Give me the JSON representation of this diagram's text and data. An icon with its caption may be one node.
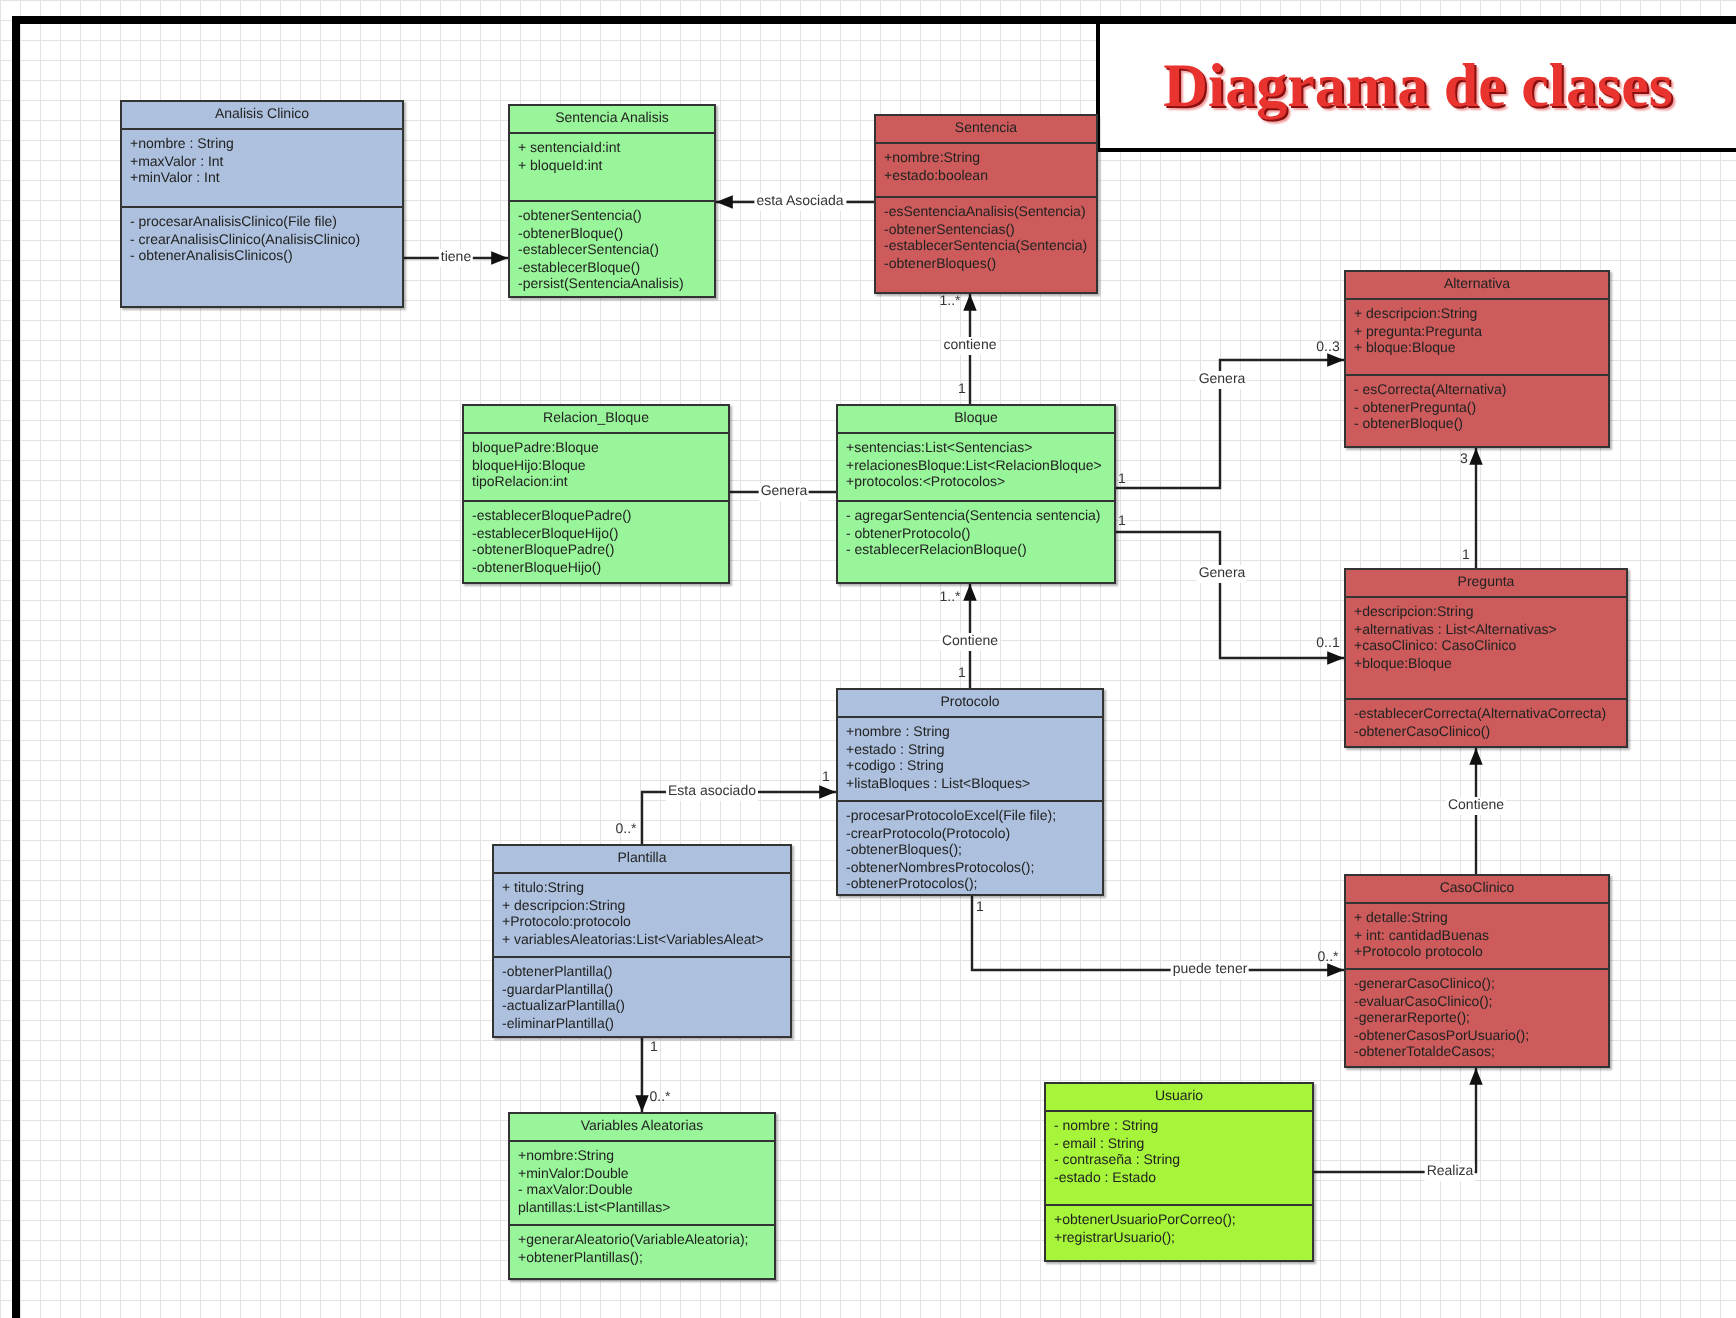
{
  "diagram": {
    "title": "Diagrama de clases",
    "nodes": [
      {
        "text": [
          "Analisis Clinico"
        ]
      },
      {
        "text": [
          "+nombre : String",
          "+maxValor : Int",
          "+minValor : Int"
        ],
        "in": 0
      },
      {
        "text": [
          "- procesarAnalisisClinico(File file)",
          "- crearAnalisisClinico(AnalisisClinico)",
          "- obtenerAnalisisClinicos()"
        ],
        "in": 0
      },
      {
        "text": [
          "Sentencia Analisis"
        ]
      },
      {
        "text": [
          "+ sentenciaId:int",
          "+ bloqueId:int"
        ],
        "in": 3
      },
      {
        "text": [
          "-obtenerSentencia()",
          "-obtenerBloque()",
          "-establecerSentencia()",
          "-establecerBloque()",
          "-persist(SentenciaAnalisis)"
        ],
        "in": 3
      },
      {
        "text": [
          "Sentencia"
        ]
      },
      {
        "text": [
          "+nombre:String",
          "+estado:boolean"
        ],
        "in": 6
      },
      {
        "text": [
          "-esSentenciaAnalisis(Sentencia)",
          "-obtenerSentencias()",
          "-establecerSentencia(Sentencia)",
          "-obtenerBloques()"
        ],
        "in": 6
      },
      {
        "text": [
          "Alternativa"
        ]
      },
      {
        "text": [
          "+ descripcion:String",
          "+ pregunta:Pregunta",
          "+ bloque:Bloque"
        ],
        "in": 9
      },
      {
        "text": [
          "- esCorrecta(Alternativa)",
          "- obtenerPregunta()",
          "- obtenerBloque()"
        ],
        "in": 9
      },
      {
        "text": [
          "Relacion_Bloque"
        ]
      },
      {
        "text": [
          "bloquePadre:Bloque",
          "bloqueHijo:Bloque",
          "tipoRelacion:int"
        ],
        "in": 12
      },
      {
        "text": [
          "-establecerBloquePadre()",
          "-establecerBloqueHijo()",
          "-obtenerBloquePadre()",
          "-obtenerBloqueHijo()"
        ],
        "in": 12
      },
      {
        "text": [
          "Bloque"
        ]
      },
      {
        "text": [
          "+sentencias:List<Sentencias>",
          "+relacionesBloque:List<RelacionBloque>",
          "+protocolos:<Protocolos>"
        ],
        "in": 15
      },
      {
        "text": [
          "- agregarSentencia(Sentencia sentencia)",
          "- obtenerProtocolo()",
          "- establecerRelacionBloque()"
        ],
        "in": 15
      },
      {
        "text": [
          "Pregunta"
        ]
      },
      {
        "text": [
          "+descripcion:String",
          "+alternativas : List<Alternativas>",
          "+casoClinico: CasoClinico",
          "+bloque:Bloque"
        ],
        "in": 18
      },
      {
        "text": [
          "-establecerCorrecta(AlternativaCorrecta)",
          "-obtenerCasoClinico()"
        ],
        "in": 18
      },
      {
        "text": [
          "Protocolo"
        ]
      },
      {
        "text": [
          "+nombre : String",
          "+estado : String",
          "+codigo : String",
          "+listaBloques : List<Bloques>"
        ],
        "in": 21
      },
      {
        "text": [
          "-procesarProtocoloExcel(File file);",
          "-crearProtocolo(Protocolo)",
          "-obtenerBloques();",
          "-obtenerNombresProtocolos();",
          "-obtenerProtocolos();"
        ],
        "in": 21
      },
      {
        "text": [
          "Plantilla"
        ]
      },
      {
        "text": [
          "+ titulo:String",
          "+ descripcion:String",
          "+Protocolo:protocolo",
          "+ variablesAleatorias:List<VariablesAleat>"
        ],
        "in": 24
      },
      {
        "text": [
          "-obtenerPlantilla()",
          "-guardarPlantilla()",
          "-actualizarPlantilla()",
          "-eliminarPlantilla()"
        ],
        "in": 24
      },
      {
        "text": [
          "CasoClinico"
        ]
      },
      {
        "text": [
          "+ detalle:String",
          "+ int: cantidadBuenas",
          "+Protocolo protocolo"
        ],
        "in": 27
      },
      {
        "text": [
          "-generarCasoClinico();",
          "-evaluarCasoClinico();",
          "-generarReporte();",
          "-obtenerCasosPorUsuario();",
          "-obtenerTotaldeCasos;"
        ],
        "in": 27
      },
      {
        "text": [
          "Variables Aleatorias"
        ]
      },
      {
        "text": [
          "+nombre:String",
          "+minValor:Double",
          "- maxValor:Double",
          "plantillas:List<Plantillas>"
        ],
        "in": 30
      },
      {
        "text": [
          "+generarAleatorio(VariableAleatoria);",
          "+obtenerPlantillas();"
        ],
        "in": 30
      },
      {
        "text": [
          "Usuario"
        ]
      },
      {
        "text": [
          "- nombre : String",
          "- email : String",
          "- contraseña : String",
          "-estado : Estado"
        ],
        "in": 33
      },
      {
        "text": [
          "+obtenerUsuarioPorCorreo();",
          "+registrarUsuario();"
        ],
        "in": 33
      }
    ],
    "edges": [
      {
        "from": 0,
        "to": 3,
        "arrow": "to",
        "label": "tiene"
      },
      {
        "from": 6,
        "to": 3,
        "arrow": "to",
        "label": "esta Asociada"
      },
      {
        "from": 15,
        "to": 6,
        "arrow": "to",
        "label": "contiene"
      },
      {
        "from": 12,
        "to": 15,
        "arrow": "none",
        "label": "Genera"
      },
      {
        "from": 15,
        "to": 9,
        "arrow": "to",
        "label": "Genera"
      },
      {
        "from": 15,
        "to": 18,
        "arrow": "to",
        "label": "Genera"
      },
      {
        "from": 18,
        "to": 9,
        "arrow": "to"
      },
      {
        "from": 21,
        "to": 15,
        "arrow": "to",
        "label": "Contiene"
      },
      {
        "from": 24,
        "to": 21,
        "arrow": "to",
        "label": "Esta asociado"
      },
      {
        "from": 21,
        "to": 27,
        "arrow": "to",
        "label": "puede tener"
      },
      {
        "from": 27,
        "to": 18,
        "arrow": "to",
        "label": "Contiene"
      },
      {
        "from": 24,
        "to": 30,
        "arrow": "to"
      },
      {
        "from": 33,
        "to": 27,
        "arrow": "to",
        "label": "Realiza"
      }
    ],
    "labels": [
      "1..*",
      "0..3",
      "1",
      "3",
      "1",
      "1",
      "1",
      "1..*",
      "0..1",
      "1",
      "1",
      "0..*",
      "1",
      "0..*",
      "1",
      "0..*"
    ]
  }
}
